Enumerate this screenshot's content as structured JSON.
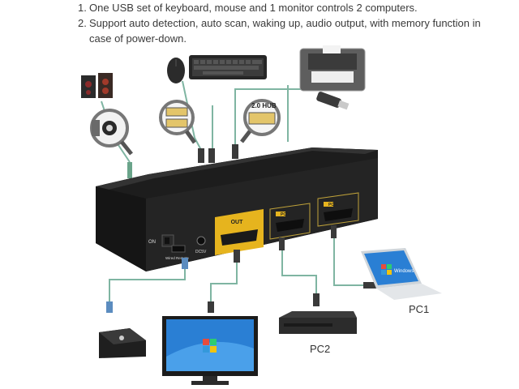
{
  "features": [
    {
      "num": "1.",
      "text": "One USB set of keyboard, mouse and 1 monitor controls 2 computers."
    },
    {
      "num": "2.",
      "text": "Support auto detection, auto scan, waking up, audio output, with memory function in case of power-down."
    }
  ],
  "device": {
    "out_label": "OUT",
    "pc2_port_label": "PC 2",
    "pc1_port_label": "PC 1",
    "on_label": "ON",
    "wired_remote_label": "Wired Remote",
    "dc_label": "DC5V",
    "hub_label": "2.0 HUB"
  },
  "computers": {
    "laptop_label": "PC1",
    "mini_label": "PC2",
    "laptop_screen_text": "Windows"
  },
  "colors": {
    "device_body": "#1d1d1d",
    "hdmi_gold": "#e6b41e",
    "cable_teal": "#7fb5a2",
    "screen_blue": "#2a7fd4"
  }
}
